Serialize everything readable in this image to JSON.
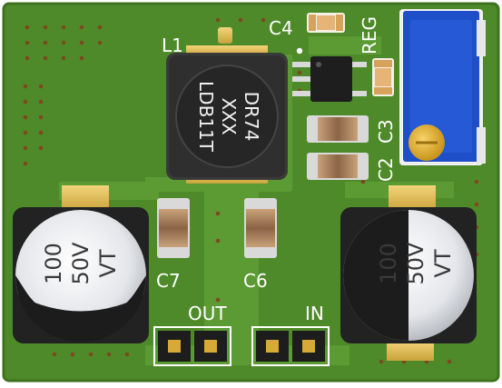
{
  "board": {
    "pcb_color": "#4f8a2a",
    "silk_color": "#ffffff"
  },
  "labels": {
    "l1": "L1",
    "c4": "C4",
    "reg": "REG",
    "c3": "C3",
    "c2": "C2",
    "c7": "C7",
    "c6": "C6",
    "out": "OUT",
    "in": "IN"
  },
  "inductor": {
    "marking": [
      "DR74",
      "XXX",
      "LDB11T"
    ]
  },
  "capacitors": {
    "left": {
      "marking": [
        "100",
        "50V",
        "VT"
      ]
    },
    "right": {
      "marking": [
        "100",
        "50V",
        "VT"
      ]
    }
  },
  "potentiometer": {
    "body_color": "#1f4fc8",
    "knob_color": "#e6b422"
  }
}
